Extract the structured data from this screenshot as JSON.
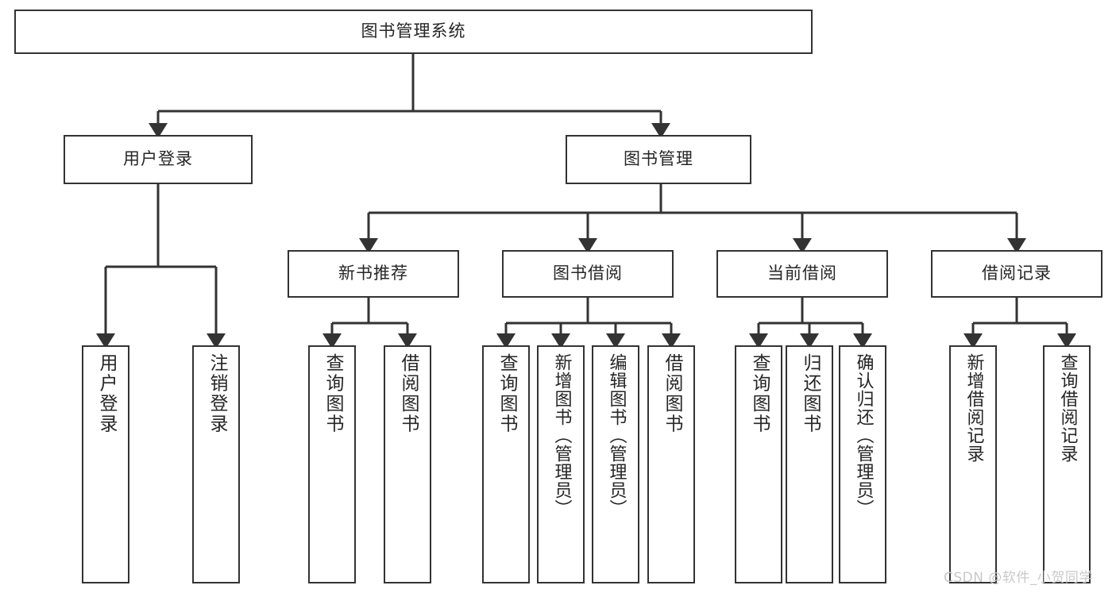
{
  "diagram": {
    "title": "图书管理系统",
    "type": "hierarchy-tree",
    "background_color": "#ffffff",
    "line_color": "#333333",
    "text_color": "#262626",
    "root": {
      "id": "root",
      "label": "图书管理系统"
    },
    "level1": [
      {
        "id": "user-login",
        "label": "用户登录"
      },
      {
        "id": "book-manage",
        "label": "图书管理"
      }
    ],
    "level2": [
      {
        "id": "new-book-rec",
        "label": "新书推荐",
        "parent": "book-manage"
      },
      {
        "id": "book-borrow",
        "label": "图书借阅",
        "parent": "book-manage"
      },
      {
        "id": "current-borrow",
        "label": "当前借阅",
        "parent": "book-manage"
      },
      {
        "id": "borrow-record",
        "label": "借阅记录",
        "parent": "book-manage"
      }
    ],
    "leaves": [
      {
        "id": "leaf-user-login",
        "label": "用户登录",
        "parent": "user-login"
      },
      {
        "id": "leaf-logout-login",
        "label": "注销登录",
        "parent": "user-login"
      },
      {
        "id": "leaf-query-book-1",
        "label": "查询图书",
        "parent": "new-book-rec"
      },
      {
        "id": "leaf-borrow-book-1",
        "label": "借阅图书",
        "parent": "new-book-rec"
      },
      {
        "id": "leaf-query-book-2",
        "label": "查询图书",
        "parent": "book-borrow"
      },
      {
        "id": "leaf-add-book",
        "label": "新增图书（管理员）",
        "parent": "book-borrow"
      },
      {
        "id": "leaf-edit-book",
        "label": "编辑图书（管理员）",
        "parent": "book-borrow"
      },
      {
        "id": "leaf-borrow-book-2",
        "label": "借阅图书",
        "parent": "book-borrow"
      },
      {
        "id": "leaf-query-book-3",
        "label": "查询图书",
        "parent": "current-borrow"
      },
      {
        "id": "leaf-return-book",
        "label": "归还图书",
        "parent": "current-borrow"
      },
      {
        "id": "leaf-confirm-return",
        "label": "确认归还（管理员）",
        "parent": "current-borrow"
      },
      {
        "id": "leaf-add-record",
        "label": "新增借阅记录",
        "parent": "borrow-record"
      },
      {
        "id": "leaf-query-record",
        "label": "查询借阅记录",
        "parent": "borrow-record"
      }
    ],
    "watermark": "CSDN @软件_小贺同学"
  }
}
